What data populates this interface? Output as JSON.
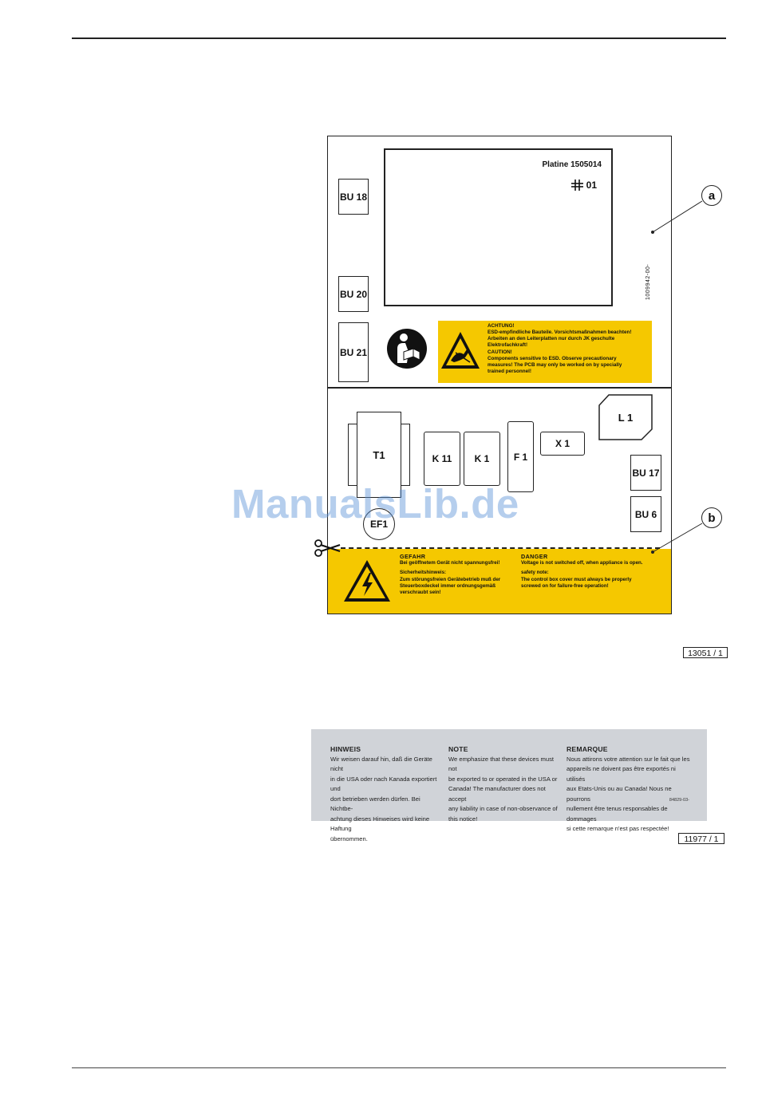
{
  "board": {
    "screen": {
      "platine_label": "Platine 1505014",
      "variant_label": "01"
    },
    "part_number": "1009942-00-",
    "connectors": {
      "bu18": "BU 18",
      "bu20": "BU 20",
      "bu21": "BU 21",
      "bu17": "BU 17",
      "bu6": "BU 6"
    },
    "components": {
      "t1": "T1",
      "k11": "K 11",
      "k1": "K 1",
      "f1": "F 1",
      "x1": "X 1",
      "l1": "L 1",
      "ef1": "EF1"
    },
    "esd_label": {
      "heading_de": "ACHTUNG!",
      "line1_de": "ESD-empfindliche Bauteile. Vorsichtsmaßnahmen beachten!",
      "line2_de": "Arbeiten an den Leiterplatten nur durch JK geschulte",
      "line3_de": "Elektrofachkraft!",
      "heading_en": "CAUTION!",
      "line1_en": "Components sensitive to ESD. Observe precautionary",
      "line2_en": "measures! The PCB may only be worked on by specially",
      "line3_en": "trained personnel!"
    },
    "danger_label": {
      "heading_de": "GEFAHR",
      "line1_de": "Bei geöffnetem Gerät nicht spannungsfrei!",
      "subheading_de": "Sicherheitshinweis:",
      "line2_de": "Zum störungsfreien Gerätebetrieb muß der",
      "line3_de": "Steuerboxdeckel immer ordnungsgemäß",
      "line4_de": "verschraubt sein!",
      "heading_en": "DANGER",
      "line1_en": "Voltage is not switched off, when appliance is open.",
      "subheading_en": "safety note:",
      "line2_en": "The control box cover must always be properly",
      "line3_en": "screwed on for failure-free operation!"
    },
    "callouts": {
      "a": "a",
      "b": "b"
    },
    "figure_ref": "13051 / 1"
  },
  "watermark": "ManualsLib.de",
  "notice": {
    "de": {
      "heading": "HINWEIS",
      "lines": [
        "Wir weisen darauf hin, daß die Geräte nicht",
        "in die USA oder nach Kanada exportiert und",
        "dort betrieben werden dürfen. Bei Nichtbe-",
        "achtung dieses Hinweises wird keine Haftung",
        "übernommen."
      ]
    },
    "en": {
      "heading": "NOTE",
      "lines": [
        "We emphasize that these devices must not",
        "be exported to or operated in the USA or",
        "Canada! The manufacturer does not accept",
        "any liability in case of non-observance of",
        "this notice!"
      ]
    },
    "fr": {
      "heading": "REMARQUE",
      "lines": [
        "Nous attirons votre attention sur le fait que les",
        "appareils ne doivent pas être exportés ni utilisés",
        "aux Etats-Unis ou au Canada! Nous ne pourrons",
        "nullement être tenus responsables de dommages",
        "si cette remarque n'est pas respectée!"
      ]
    },
    "code": "84829-03-",
    "figure_ref": "11977 / 1"
  },
  "colors": {
    "label_yellow": "#f5c800",
    "notice_gray": "#d0d3d8",
    "watermark_blue": "#5c92d7"
  },
  "icons": [
    "read-manual-icon",
    "esd-warning-icon",
    "high-voltage-warning-icon",
    "scissors-icon",
    "component-symbol-icon"
  ]
}
